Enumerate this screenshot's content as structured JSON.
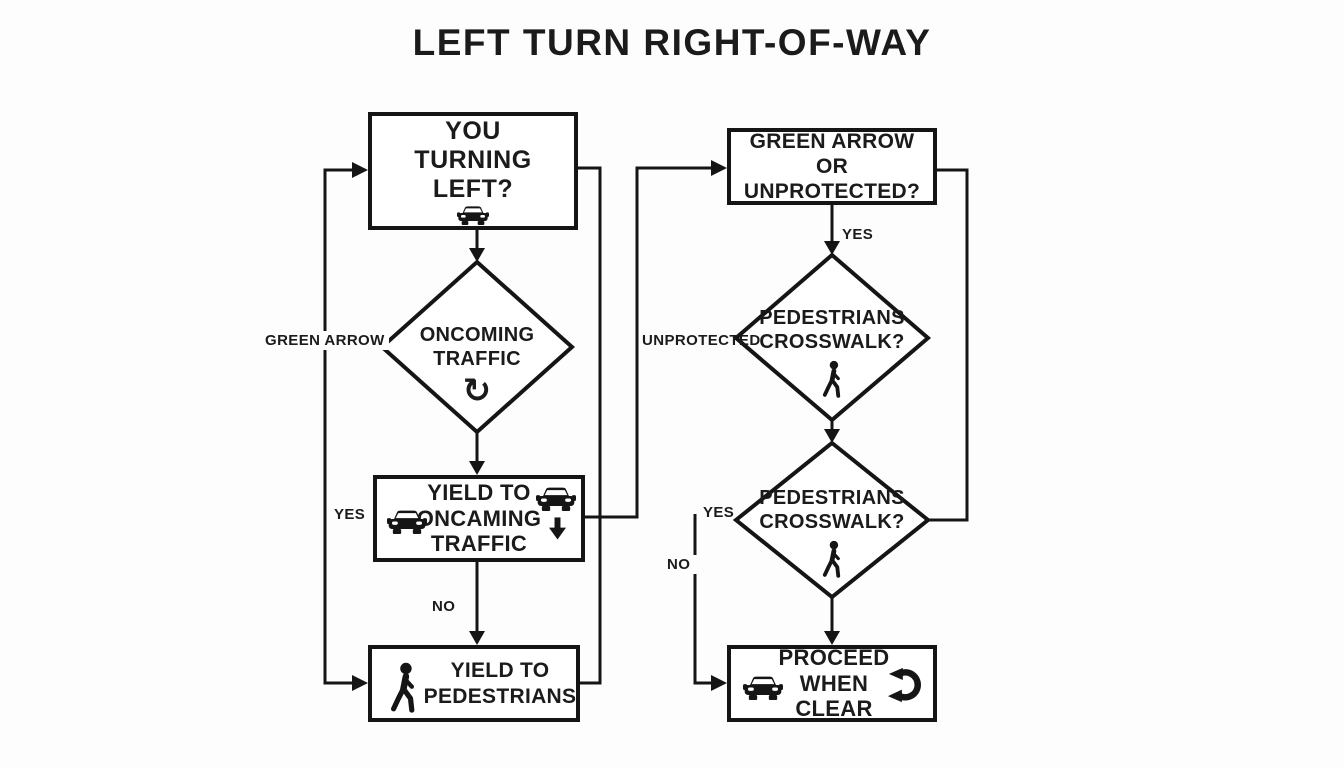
{
  "title": "LEFT TURN RIGHT-OF-WAY",
  "colors": {
    "ink": "#151515",
    "background": "#fdfdfd"
  },
  "nodes": {
    "you_turning_left": {
      "lines": [
        "YOU",
        "TURNING",
        "LEFT?"
      ],
      "icon": "car-icon"
    },
    "oncoming_traffic": {
      "lines": [
        "ONCOMING",
        "TRAFFIC"
      ],
      "icon": "rotate-clockwise-icon",
      "icon_glyph": "↻"
    },
    "yield_to_oncoming": {
      "lines": [
        "YIELD TO",
        "ONCAMING",
        "TRAFFIC"
      ],
      "icons": [
        "car-icon",
        "car-icon",
        "down-arrow-icon"
      ]
    },
    "yield_to_pedestrians": {
      "lines": [
        "YIELD TO",
        "PEDESTRIANS"
      ],
      "icon": "pedestrian-icon"
    },
    "green_arrow_or_unprotected": {
      "lines": [
        "GREEN ARROW OR",
        "UNPROTECTED?"
      ]
    },
    "pedestrians_crosswalk_upper": {
      "lines": [
        "PEDESTRIANS",
        "CROSSWALK?"
      ],
      "icon": "pedestrian-icon"
    },
    "pedestrians_crosswalk_lower": {
      "lines": [
        "PEDESTRIANS",
        "CROSSWALK?"
      ],
      "icon": "pedestrian-icon"
    },
    "proceed_when_clear": {
      "lines": [
        "PROCEED",
        "WHEN CLEAR"
      ],
      "icons": [
        "car-icon",
        "turn-around-arrow-icon"
      ]
    }
  },
  "edge_labels": {
    "green_arrow": "GREEN ARROW",
    "yes_left": "YES",
    "no_left": "NO",
    "yes_top_right": "YES",
    "unprotected": "UNPROTECTED",
    "yes_right": "YES",
    "no_right": "NO"
  }
}
